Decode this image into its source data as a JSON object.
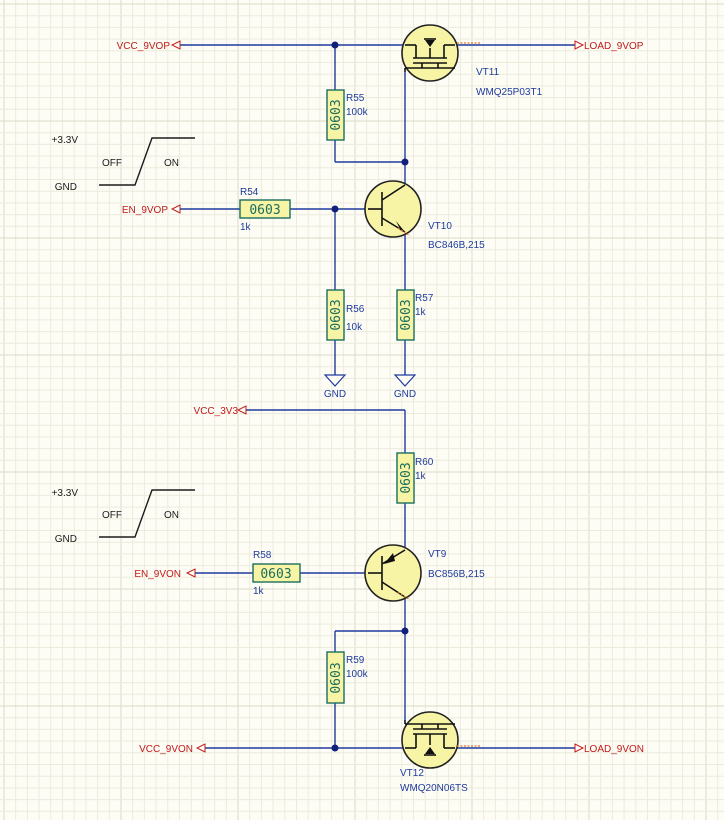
{
  "nets": {
    "vcc_9vop": "VCC_9VOP",
    "load_9vop": "LOAD_9VOP",
    "en_9vop": "EN_9VOP",
    "vcc_3v3": "VCC_3V3",
    "en_9von": "EN_9VON",
    "vcc_9von": "VCC_9VON",
    "load_9von": "LOAD_9VON",
    "gnd_1": "GND",
    "gnd_2": "GND"
  },
  "switch_top": {
    "supply": "+3.3V",
    "gnd": "GND",
    "off": "OFF",
    "on": "ON"
  },
  "switch_bottom": {
    "supply": "+3.3V",
    "gnd": "GND",
    "off": "OFF",
    "on": "ON"
  },
  "components": {
    "VT11": {
      "ref": "VT11",
      "value": "WMQ25P03T1"
    },
    "VT10": {
      "ref": "VT10",
      "value": "BC846B,215"
    },
    "VT9": {
      "ref": "VT9",
      "value": "BC856B,215"
    },
    "VT12": {
      "ref": "VT12",
      "value": "WMQ20N06TS"
    },
    "R55": {
      "ref": "R55",
      "value": "100k",
      "package": "0603"
    },
    "R54": {
      "ref": "R54",
      "value": "1k",
      "package": "0603"
    },
    "R56": {
      "ref": "R56",
      "value": "10k",
      "package": "0603"
    },
    "R57": {
      "ref": "R57",
      "value": "1k",
      "package": "0603"
    },
    "R60": {
      "ref": "R60",
      "value": "1k",
      "package": "0603"
    },
    "R58": {
      "ref": "R58",
      "value": "1k",
      "package": "0603"
    },
    "R59": {
      "ref": "R59",
      "value": "100k",
      "package": "0603"
    }
  },
  "colors": {
    "background": "#fdfdf6",
    "wire": "#1f3b9e",
    "net_label": "#c11a1a",
    "resistor": "#1a6e5e",
    "component_fill": "#f8f4a6"
  }
}
